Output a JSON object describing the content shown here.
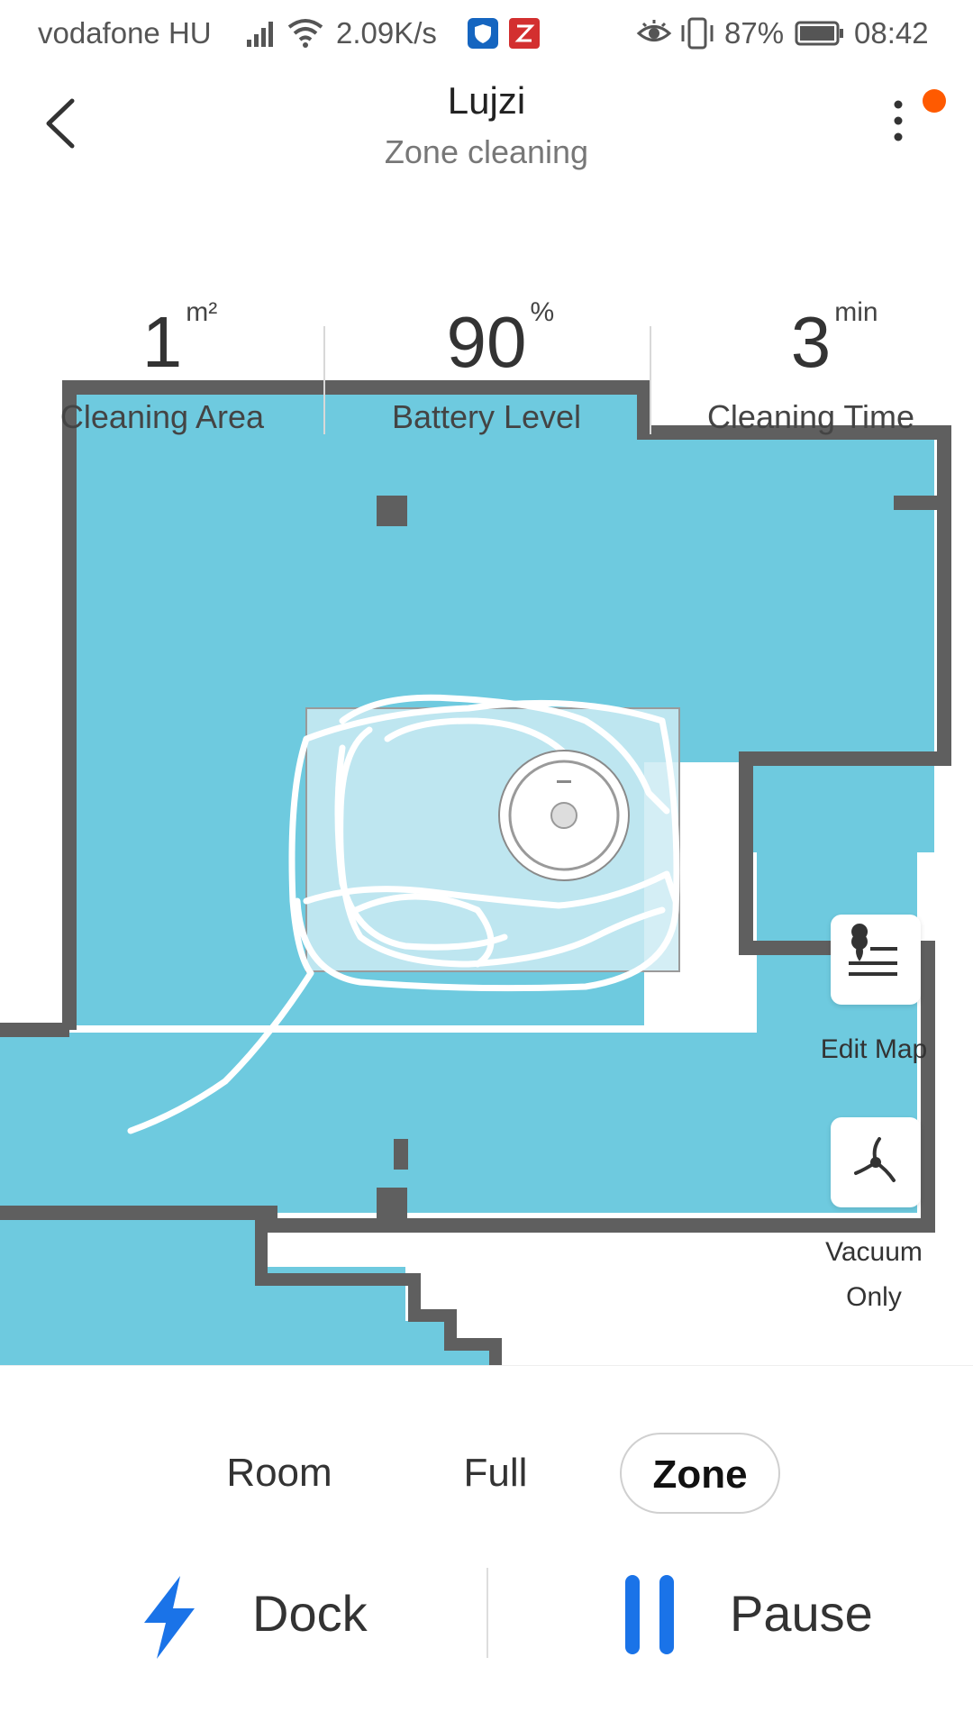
{
  "status_bar": {
    "carrier": "vodafone HU",
    "net_speed": "2.09K/s",
    "battery_percent": "87%",
    "time": "08:42",
    "icons": [
      "signal-icon",
      "wifi-icon",
      "shield-app-icon",
      "z-app-icon",
      "eye-icon",
      "vibrate-icon",
      "battery-icon"
    ]
  },
  "header": {
    "title": "Lujzi",
    "subtitle": "Zone cleaning",
    "has_notification": true,
    "notification_color": "#ff5a00"
  },
  "stats": [
    {
      "value": "1",
      "unit": "m²",
      "label": "Cleaning Area"
    },
    {
      "value": "90",
      "unit": "%",
      "label": "Battery Level"
    },
    {
      "value": "3",
      "unit": "min",
      "label": "Cleaning Time"
    }
  ],
  "map": {
    "floor_color": "#6ecadf",
    "wall_color": "#5f5f5f",
    "zone_fill": "#cdebf3"
  },
  "side_controls": {
    "edit_map_label": "Edit Map",
    "vacuum_mode_line1": "Vacuum",
    "vacuum_mode_line2": "Only"
  },
  "mode_tabs": [
    {
      "label": "Room",
      "active": false
    },
    {
      "label": "Full",
      "active": false
    },
    {
      "label": "Zone",
      "active": true
    }
  ],
  "actions": {
    "dock_label": "Dock",
    "pause_label": "Pause",
    "accent_color": "#1a73e8"
  }
}
